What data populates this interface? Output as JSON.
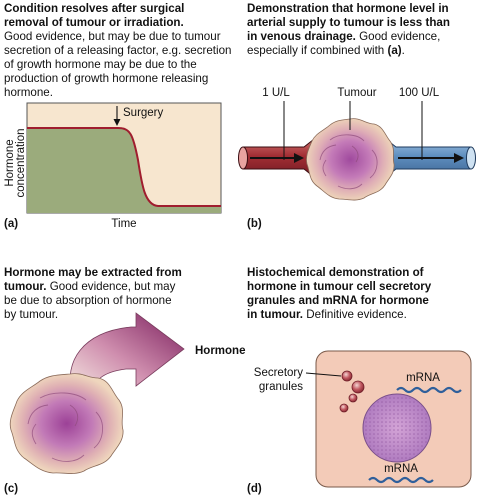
{
  "panels": {
    "a": {
      "letter": "(a)",
      "heading": "Condition resolves after surgical removal of tumour or irradiation.",
      "heading_line1": "Condition resolves after surgical",
      "heading_line2": "removal of tumour or irradiation.",
      "body_lines": [
        "Good evidence, but may be due to tumour",
        "secretion of a releasing factor, e.g. secretion",
        "of growth hormone may be due to the",
        "production of growth hormone releasing",
        "hormone."
      ],
      "event_label": "Surgery",
      "ylabel_line1": "Hormone",
      "ylabel_line2": "concentration",
      "xlabel": "Time"
    },
    "b": {
      "letter": "(b)",
      "heading_lines": [
        "Demonstration that hormone level in",
        "arterial supply to tumour is less than",
        "in venous drainage."
      ],
      "body_tail": "Good  evidence,",
      "body_line2_pre": "especially if combined with ",
      "body_line2_ref": "(a)",
      "body_line2_post": ".",
      "label_left": "1 U/L",
      "label_mid": "Tumour",
      "label_right": "100 U/L"
    },
    "c": {
      "letter": "(c)",
      "heading_line1": "Hormone may be extracted from",
      "heading_line2": "tumour.",
      "body_line2_tail": "Good evidence, but may",
      "body_line3": "be due to absorption of hormone",
      "body_line4": "by tumour.",
      "arrow_label": "Hormone"
    },
    "d": {
      "letter": "(d)",
      "heading_lines": [
        "Histochemical demonstration of",
        "hormone in tumour cell secretory",
        "granules and mRNA for hormone",
        "in tumour."
      ],
      "body_tail": "Definitive evidence.",
      "label_granules_line1": "Secretory",
      "label_granules_line2": "granules",
      "label_mrna_top": "mRNA",
      "label_mrna_bottom": "mRNA"
    }
  },
  "colors": {
    "chart_bg": "#f7e7cf",
    "chart_fill": "#9bab7c",
    "curve": "#a01d2e",
    "artery": "#9e2a31",
    "vein": "#5e8fbd",
    "tumour_core": "#b260ad",
    "tumour_edge": "#e3c0a8",
    "cell_bg": "#f3cbb8",
    "nucleus": "#c38fca",
    "mrna": "#2f5f9b",
    "arrow_dark": "#7d1f5e",
    "arrow_light": "#f4e3d8"
  }
}
